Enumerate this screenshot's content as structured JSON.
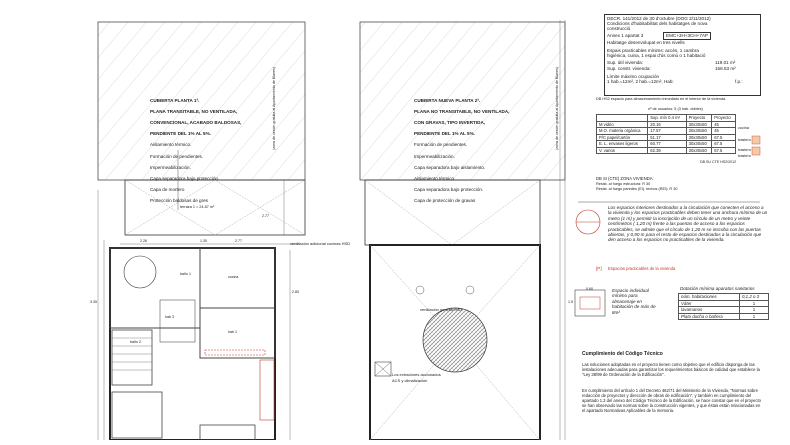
{
  "left_plan": {
    "roof_note_title": "CUBIERTA PLANTA 1ª.",
    "roof_note_lines": [
      "PLANA TRANSITABLE, NO VENTILADA,",
      "CONVENCIONAL, ACABADO BALDOSAS,",
      "PENDIENTE DEL 1% AL 5%.",
      "Aislamiento térmico.",
      "Formación de pendientes.",
      "Impermeabilización.",
      "Capa separadora bajo protección.",
      "Capa de mortero",
      "Protección baldosas de gres"
    ],
    "side_label": "(zona de cesión gratuita al Ayuntamiento de Blanes)",
    "terrace_label": "terraza 1 = 24.87 m²",
    "vent_label": "ventilación adicional cocinas HSD",
    "dims": [
      "2.26",
      "1.30",
      "2.77",
      "2.77",
      "2.80",
      "3.35"
    ],
    "rooms": [
      "baño 2",
      "hab 3",
      "hab 1",
      "baño 1",
      "cocina"
    ]
  },
  "right_plan": {
    "roof_note_title": "CUBIERTA NUEVA PLANTA 2ª.",
    "roof_note_lines": [
      "PLANA NO TRANSITABLE, NO VENTILADA,",
      "CON GRAVAS, TIPO INVERTIDA,",
      "PENDIENTE DEL 1% AL 5%.",
      "Formación de pendientes.",
      "Impermeabilización.",
      "Capa separadora bajo aislamiento.",
      "Aislamiento térmico.",
      "Capa separadora bajo protección.",
      "Capa de protección de gravas"
    ],
    "side_label": "(zona de cesión gratuita al Ayuntamiento de Blanes)",
    "vent_label": "ventilación general HS3",
    "bottom_label_1": "Los extractores accionados",
    "bottom_label_2": "ACS y climatización"
  },
  "decree_box": {
    "lines": [
      "DECR. 141/2012 de 30 d'octubre  (DOG 2/11/2012)",
      "Condicions d'habitabilitat dels habitatges de nova",
      "construcció",
      "Annex 1 apartat 3"
    ],
    "code": "EMC+3H+3CH+7AP",
    "sub_lines": [
      "Habitatge desenvolupat en tres nivells",
      "Espais practicables mínims: accés, 1 cambra",
      "higiènica, cuina, 1 espai d'ús comú o 1 habitació",
      "Sup. útil vivienda:",
      "Sup. constr. vivienda:",
      "Límite máximo ocupación",
      "1 hab.=12m², 2 hab.=12m², Hab:"
    ],
    "sup_util": "119.01 m²",
    "sup_constr": "158.53 m²",
    "fp": "f.p.:"
  },
  "vent_table": {
    "caption": "DB HS2 espacio para almacenamiento inmediato en el interior de la vivienda.",
    "subcaption": "nº de usuarios: 5 (3 hab. dobles)",
    "headers": [
      "",
      "Sup. mín 0.4 m²",
      "Proyecto",
      "Proyecto"
    ],
    "rows": [
      [
        "M  vidrio",
        "20.16",
        "30x30x50",
        "45"
      ],
      [
        "M.O. materia orgánica",
        "17.57",
        "30x30x50",
        "45"
      ],
      [
        "P/C  papel/cartón",
        "51.17",
        "30x30x50",
        "67.5"
      ],
      [
        "E. L. envases ligeros",
        "60.77",
        "30x30x50",
        "67.5"
      ],
      [
        "V.  varios",
        "62.39",
        "30x30x50",
        "67.5"
      ]
    ],
    "side": [
      "cocina",
      "trastero",
      "trastero",
      "trastero"
    ],
    "footer": "DB SU CTE HS2/2012"
  },
  "si_note": {
    "line1": "DB SI (CTE) ZONA VIVIENDA:",
    "line2": "Resist. al fuego estructura: R 30",
    "line3": "Resist. al fuego paredes (EI), techos (REI): R 30"
  },
  "access_note": {
    "text": "Los espacios interiores destinados a la circulación que conecten el acceso a la vivienda y los espacios practicables deben tener una anchura mínima de un metro (1 m) y permitir la inscripción de un círculo de un metro y veinte centímetros ( 1,20 m) frente a las puertas de acceso a los espacios practicables, se admite que el círculo de 1,20 m se inscriba con las puertas abiertas, y 0,90 m para el resto de espacios destinados a la circulación que den acceso a los espacios no practicables de la vivienda.",
    "legend_key": "[P]",
    "legend": "Espacios practicables de la vivienda"
  },
  "storage_note": {
    "text": "Espacio individual mínimo para almacenaje en habitación de más de 8m²",
    "box_dim_1": "0.60",
    "box_dim_2": "1.5"
  },
  "sanitary_table": {
    "title": "Dotación mínima aparatos sanitarios",
    "header_label": "núm. habitaciones",
    "header_values": "0,1,2 o 3",
    "rows": [
      [
        "Váter",
        "1"
      ],
      [
        "lavamanos",
        "1"
      ],
      [
        "Plato ducha o bañera",
        "1"
      ]
    ]
  },
  "technical_code": {
    "title": "Cumplimiento del Código Técnico",
    "p1": "Las soluciones adoptadas en el proyecto tienen como objetivo que el edificio disponga de las instalaciones adecuadas para garantizar los requerimientos básicos de calidad que establece la \"Ley 38/99 de Ordenación de la Edificación\".",
    "p2": "En cumplimiento del artículo 1 del Decreto 462/71 del Ministerio de la Vivienda, \"Normas sobre redacción de proyectos y dirección de obras de edificación\", y también en cumplimiento del apartado 1.3 del anexo del Código Técnico de la Edificación, se hace constar que en el proyecto se han observado las normas sobre la construcción vigentes, y que éstas están relacionadas en el apartado Normativas Aplicables de la memoria."
  }
}
